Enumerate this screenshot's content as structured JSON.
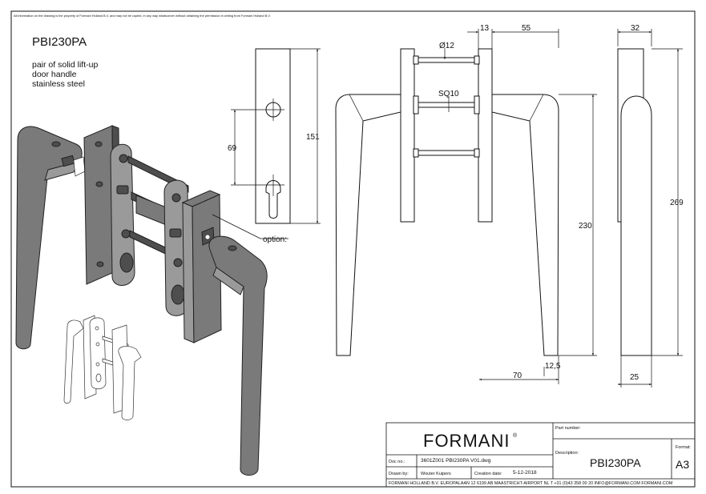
{
  "disclaimer": "All information on the drawing is the property of Formani Holland B.V. and may not be copied, in any way whatsoever without obtaining the permission in writing from Formani Holland B.V.",
  "product": {
    "code": "PBI230PA",
    "desc_line1": "pair of solid lift-up",
    "desc_line2": "door handle",
    "desc_line3": "stainless steel"
  },
  "labels": {
    "option": "option:"
  },
  "dimensions": {
    "plate_height": "151",
    "cyl_offset": "69",
    "dia": "Ø12",
    "square": "SQ10",
    "d13": "13",
    "d55": "55",
    "d32": "32",
    "handle_height": "230",
    "total_height": "269",
    "proj_70": "70",
    "d12_5": "12,5",
    "d25": "25"
  },
  "title_block": {
    "logo": "FORMANI",
    "logo_mark": "®",
    "part_number_label": "Part number:",
    "description_label": "Description:",
    "description_value": "PBI230PA",
    "format_label": "Format:",
    "format_value": "A3",
    "doc_label": "Doc no.:",
    "doc_value": "3601Z001 PBI230PA V01.dwg",
    "drawn_label": "Drawn by:",
    "drawn_value": "Wouter Kuipers",
    "creation_label": "Creation date:",
    "creation_value": "5-12-2018",
    "footer": "FORMANI HOLLAND B.V.  EUROPALAAN 12  6199 AB MAASTRICHT-AIRPORT NL  T +31 (0)43 358 00 20  INFO@FORMANI.COM  FORMANI.COM"
  }
}
